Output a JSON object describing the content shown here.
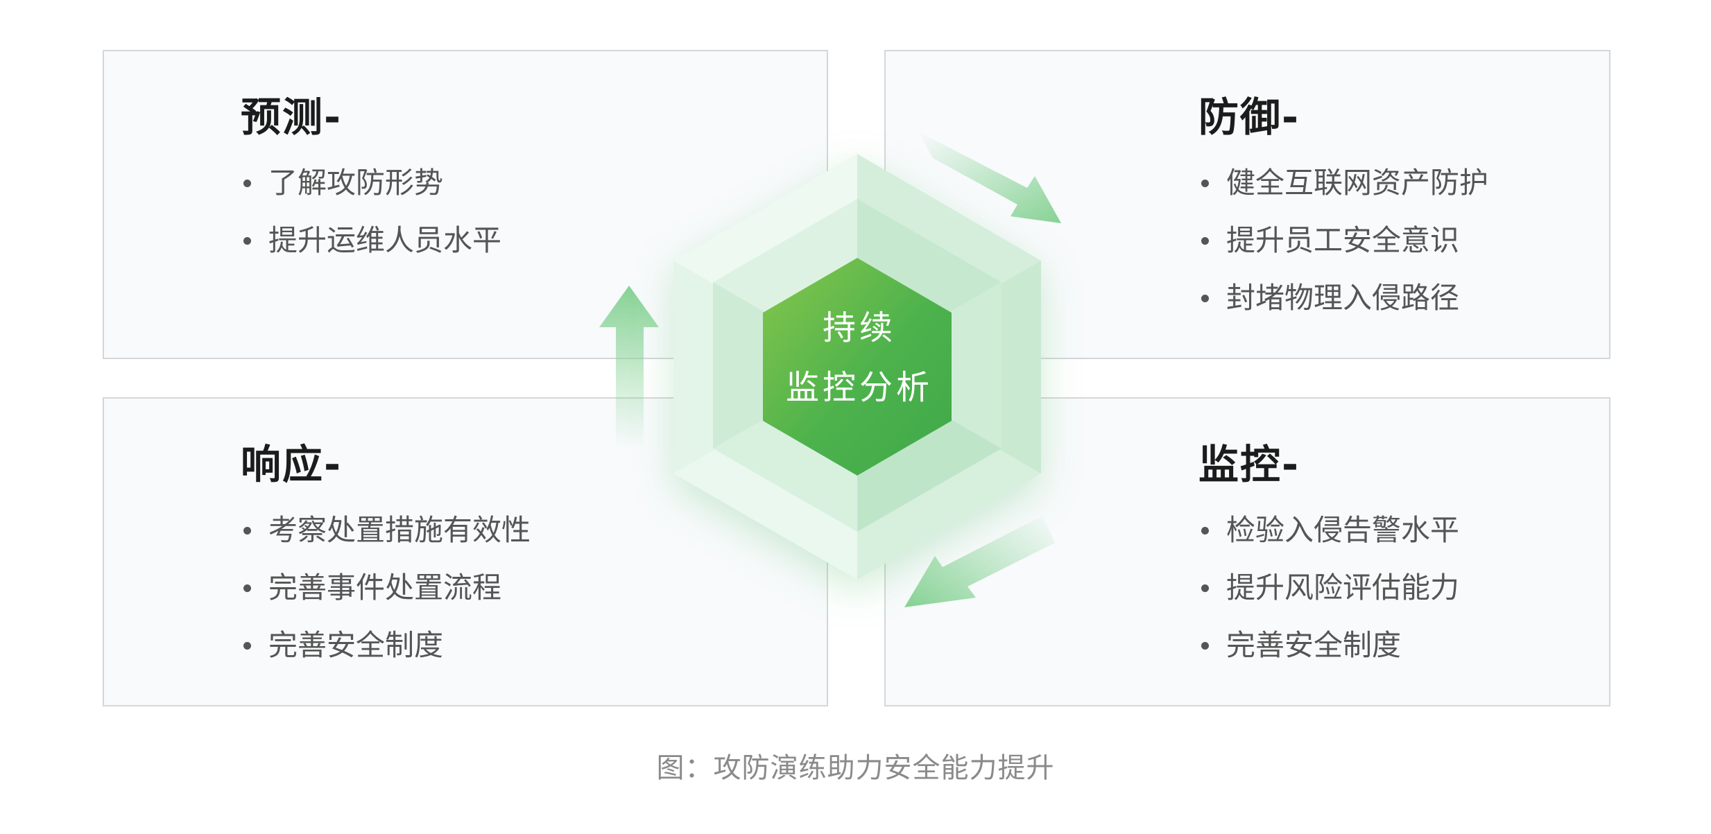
{
  "quadrants": {
    "predict": {
      "title": "预测-",
      "items": [
        "了解攻防形势",
        "提升运维人员水平"
      ]
    },
    "defend": {
      "title": "防御-",
      "items": [
        "健全互联网资产防护",
        "提升员工安全意识",
        "封堵物理入侵路径"
      ]
    },
    "respond": {
      "title": "响应-",
      "items": [
        "考察处置措施有效性",
        "完善事件处置流程",
        "完善安全制度"
      ]
    },
    "monitor": {
      "title": "监控-",
      "items": [
        "检验入侵告警水平",
        "提升风险评估能力",
        "完善安全制度"
      ]
    }
  },
  "center": {
    "line1": "持续",
    "line2": "监控分析"
  },
  "caption": "图：攻防演练助力安全能力提升",
  "colors": {
    "accent_green": "#4cb14c",
    "arrow_green": "#86d294",
    "panel_bg": "#f8fafc",
    "panel_border": "#d4d6d8"
  }
}
